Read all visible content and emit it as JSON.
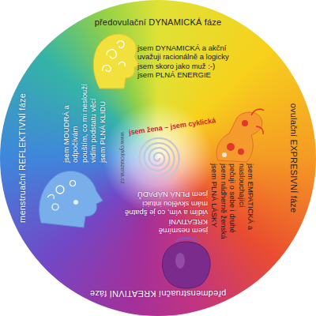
{
  "diagram": {
    "nodes": [
      {
        "text": [
          "předovulační DYNAMICKÁ fáze",
          "jsem DYNAMICKÁ a akční",
          "uvažuji racionálně a logicky",
          "jsem skoro jako muž :-)",
          "jsem PLNÁ ENERGIE"
        ]
      },
      {
        "text": [
          "ovulační EXPRESIVNÍ fáze",
          "jsem EMPATICKÁ a naslouchající",
          "pečuji o sebe i druhé",
          "jsem nádherně ženská",
          "jsem PLNÁ LÁSKY"
        ]
      },
      {
        "text": [
          "předmenstruační KREATIVNÍ fáze",
          "jsem nesmírně KREATIVNÍ",
          "vidím a vím, co je špatně",
          "mám skvělou intuici",
          "jsem PLNÁ NÁPADŮ"
        ]
      },
      {
        "text": [
          "menstruační REFLEKTIVNÍ fáze",
          "jsem MOUDRÁ a odpočívám",
          "pouštím, co mi neslouží",
          "vidím podstatu věcí",
          "jsem PLNÁ KLIDU"
        ]
      }
    ],
    "labels": [
      "jsem žena – jsem cyklická",
      "www.cyklickazena.cz"
    ]
  }
}
